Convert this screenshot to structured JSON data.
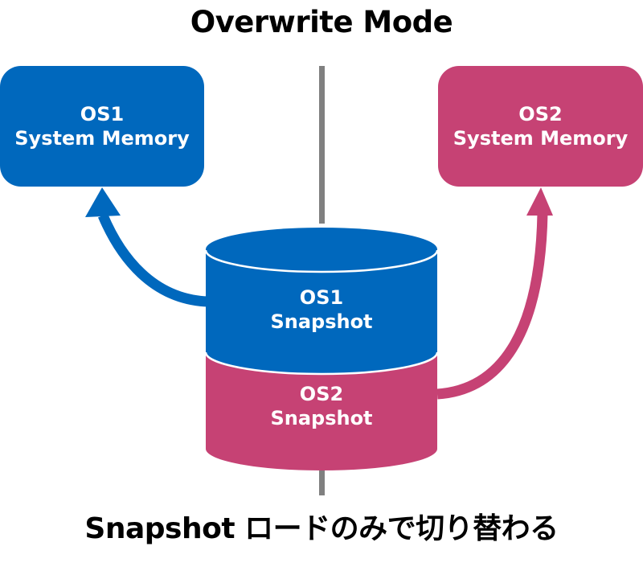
{
  "title": "Overwrite Mode",
  "footer": "Snapshot ロードのみで切り替わる",
  "colors": {
    "os1": "#0068bd",
    "os2": "#c64274",
    "divider": "#808080"
  },
  "memory_boxes": [
    {
      "line1": "OS1",
      "line2": "System Memory"
    },
    {
      "line1": "OS2",
      "line2": "System Memory"
    }
  ],
  "snapshots": [
    {
      "line1": "OS1",
      "line2": "Snapshot"
    },
    {
      "line1": "OS2",
      "line2": "Snapshot"
    }
  ],
  "arrows": [
    {
      "from": "OS1 Snapshot",
      "to": "OS1 System Memory"
    },
    {
      "from": "OS2 Snapshot",
      "to": "OS2 System Memory"
    }
  ]
}
